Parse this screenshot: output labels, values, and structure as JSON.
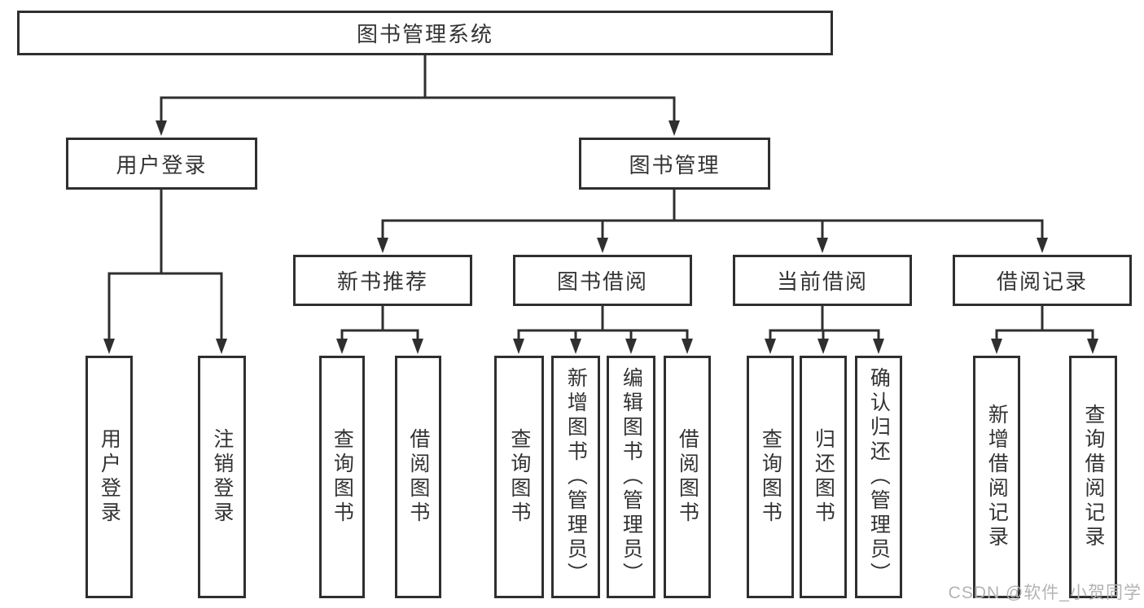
{
  "tree": {
    "root": "图书管理系统",
    "level2": [
      "用户登录",
      "图书管理"
    ],
    "level3": [
      "新书推荐",
      "图书借阅",
      "当前借阅",
      "借阅记录"
    ],
    "leaves_login": [
      "用户登录",
      "注销登录"
    ],
    "leaves_recommend": [
      "查询图书",
      "借阅图书"
    ],
    "leaves_borrow": [
      "查询图书",
      "新增图书（管理员）",
      "编辑图书（管理员）",
      "借阅图书"
    ],
    "leaves_current": [
      "查询图书",
      "归还图书",
      "确认归还（管理员）"
    ],
    "leaves_records": [
      "新增借阅记录",
      "查询借阅记录"
    ]
  },
  "watermark": {
    "text": "CSDN @软件_小贺同学"
  },
  "colors": {
    "line": "#2f2f2f",
    "text": "#333333",
    "watermark": "#b3b3b3",
    "background": "#ffffff"
  }
}
